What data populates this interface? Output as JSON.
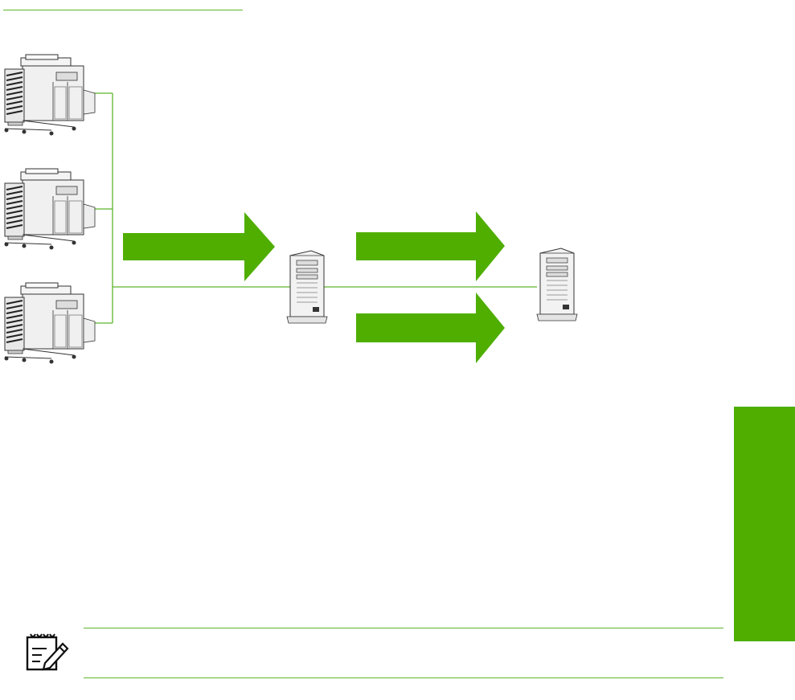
{
  "colors": {
    "accent": "#4fae00",
    "line": "#5cb52b",
    "device_outline": "#333333",
    "background": "#ffffff"
  },
  "diagram": {
    "devices": [
      {
        "id": "mfp-1",
        "kind": "printer-copier",
        "icon": "printer-icon"
      },
      {
        "id": "mfp-2",
        "kind": "printer-copier",
        "icon": "printer-icon"
      },
      {
        "id": "mfp-3",
        "kind": "printer-copier",
        "icon": "printer-icon"
      },
      {
        "id": "server-1",
        "kind": "tower-server",
        "icon": "server-icon"
      },
      {
        "id": "server-2",
        "kind": "tower-server",
        "icon": "server-icon"
      }
    ],
    "arrows": [
      "to-first-server",
      "to-second-server-upper",
      "to-second-server-lower"
    ]
  },
  "note": {
    "icon": "note-pencil-icon"
  },
  "side_tab": {
    "icon": "none"
  }
}
